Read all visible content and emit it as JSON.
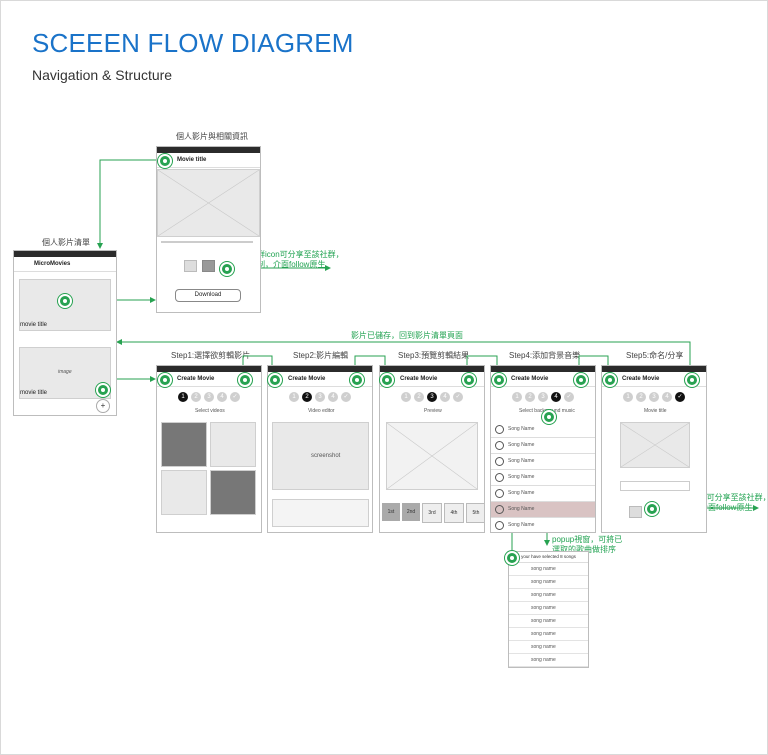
{
  "header": {
    "title": "SCEEEN FLOW DIAGREM",
    "subtitle": "Navigation & Structure"
  },
  "captions": {
    "movie_list": "個人影片清單",
    "movie_detail": "個人影片與相關資訊",
    "step1": "Step1:選擇欲剪輯影片",
    "step2": "Step2:影片編輯",
    "step3": "Step3:預覽剪輯結果",
    "step4": "Step4:添加背景音樂",
    "step5": "Step5:命名/分享",
    "saved_back": "影片已儲存，回到影片清單頁面"
  },
  "notes": {
    "share_detail_line1": "點選社群icon可分享至該社群，",
    "share_detail_line2": "分享機制，介面follow原生",
    "share_step5_line1": "點選社群icon可分享至該社群，",
    "share_step5_line2": "分享機制，介面follow原生",
    "popup_line1": "popup視窗，可將已",
    "popup_line2": "選取的歌曲做排序"
  },
  "list_screen": {
    "app_title": "MicroMovies",
    "item1_title": "movie title",
    "item2_label": "image",
    "item2_title": "movie title",
    "fab": "+"
  },
  "detail_screen": {
    "app_title": "Movie title",
    "download": "Download"
  },
  "create_screens": {
    "app_title": "Create Movie",
    "s1_label": "Select videos",
    "s2_label": "Video editor",
    "s2_shot": "screenshot",
    "s3_label": "Preview",
    "s4_label": "Select background music",
    "s5_label": "Movie title",
    "clips": [
      "1st",
      "2nd",
      "3rd",
      "4th",
      "5th"
    ],
    "songs": [
      "Song Name",
      "Song Name",
      "Song Name",
      "Song Name",
      "Song Name",
      "Song Name",
      "Song Name"
    ]
  },
  "popup_screen": {
    "title": "your have selected 8 songs",
    "items": [
      "song name",
      "song name",
      "song name",
      "song name",
      "song name",
      "song name",
      "song name",
      "song name"
    ]
  },
  "colors": {
    "title_blue": "#1a73c9",
    "flow_green": "#27a251"
  }
}
